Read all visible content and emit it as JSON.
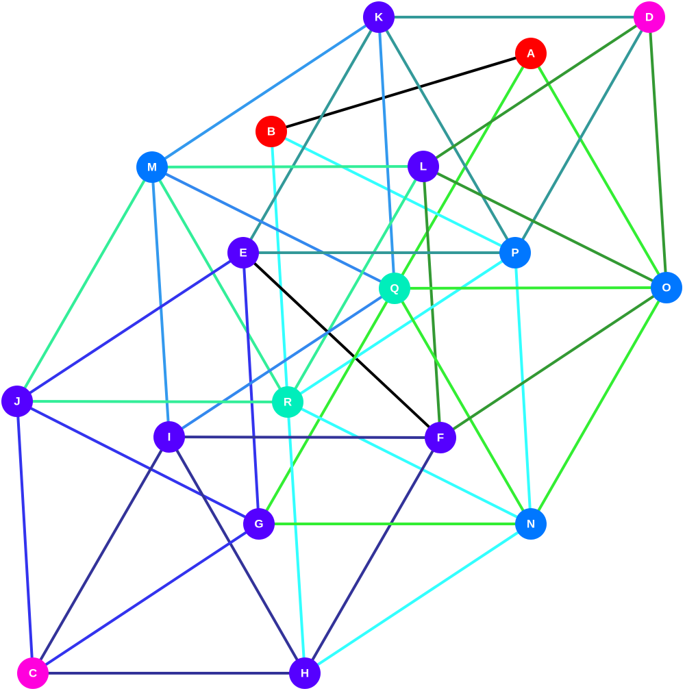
{
  "nodes": [
    {
      "id": "A",
      "label": "A",
      "color": "#ff0000"
    },
    {
      "id": "B",
      "label": "B",
      "color": "#ff0000"
    },
    {
      "id": "C",
      "label": "C",
      "color": "#ff00dd"
    },
    {
      "id": "D",
      "label": "D",
      "color": "#ff00dd"
    },
    {
      "id": "E",
      "label": "E",
      "color": "#5500ff"
    },
    {
      "id": "F",
      "label": "F",
      "color": "#5500ff"
    },
    {
      "id": "G",
      "label": "G",
      "color": "#5500ff"
    },
    {
      "id": "H",
      "label": "H",
      "color": "#5500ff"
    },
    {
      "id": "I",
      "label": "I",
      "color": "#5500ff"
    },
    {
      "id": "J",
      "label": "J",
      "color": "#5500ff"
    },
    {
      "id": "K",
      "label": "K",
      "color": "#5500ff"
    },
    {
      "id": "L",
      "label": "L",
      "color": "#5500ff"
    },
    {
      "id": "M",
      "label": "M",
      "color": "#0077ff"
    },
    {
      "id": "N",
      "label": "N",
      "color": "#0077ff"
    },
    {
      "id": "O",
      "label": "O",
      "color": "#0077ff"
    },
    {
      "id": "P",
      "label": "P",
      "color": "#0077ff"
    },
    {
      "id": "Q",
      "label": "Q",
      "color": "#00eebb"
    },
    {
      "id": "R",
      "label": "R",
      "color": "#00eebb"
    }
  ],
  "edges": [
    {
      "from": "A",
      "to": "B",
      "color": "#000000"
    },
    {
      "from": "A",
      "to": "Q",
      "color": "#33ee33"
    },
    {
      "from": "A",
      "to": "O",
      "color": "#33ee33"
    },
    {
      "from": "B",
      "to": "P",
      "color": "#33ffff"
    },
    {
      "from": "B",
      "to": "R",
      "color": "#33ffff"
    },
    {
      "from": "K",
      "to": "D",
      "color": "#339999"
    },
    {
      "from": "K",
      "to": "M",
      "color": "#3399ee"
    },
    {
      "from": "K",
      "to": "E",
      "color": "#339999"
    },
    {
      "from": "K",
      "to": "Q",
      "color": "#3399ee"
    },
    {
      "from": "K",
      "to": "P",
      "color": "#339999"
    },
    {
      "from": "D",
      "to": "L",
      "color": "#339933"
    },
    {
      "from": "D",
      "to": "P",
      "color": "#339999"
    },
    {
      "from": "D",
      "to": "O",
      "color": "#339933"
    },
    {
      "from": "M",
      "to": "L",
      "color": "#33ee99"
    },
    {
      "from": "M",
      "to": "Q",
      "color": "#3388ee"
    },
    {
      "from": "M",
      "to": "J",
      "color": "#33ee99"
    },
    {
      "from": "M",
      "to": "I",
      "color": "#3399ee"
    },
    {
      "from": "M",
      "to": "R",
      "color": "#33ee99"
    },
    {
      "from": "L",
      "to": "O",
      "color": "#339933"
    },
    {
      "from": "L",
      "to": "F",
      "color": "#339933"
    },
    {
      "from": "L",
      "to": "R",
      "color": "#33ee99"
    },
    {
      "from": "E",
      "to": "P",
      "color": "#339999"
    },
    {
      "from": "E",
      "to": "J",
      "color": "#3333ee"
    },
    {
      "from": "E",
      "to": "G",
      "color": "#3333ee"
    },
    {
      "from": "E",
      "to": "F",
      "color": "#000000"
    },
    {
      "from": "P",
      "to": "R",
      "color": "#33ffff"
    },
    {
      "from": "P",
      "to": "N",
      "color": "#33ffff"
    },
    {
      "from": "Q",
      "to": "O",
      "color": "#33ee33"
    },
    {
      "from": "Q",
      "to": "I",
      "color": "#3388ee"
    },
    {
      "from": "Q",
      "to": "G",
      "color": "#33ee33"
    },
    {
      "from": "Q",
      "to": "N",
      "color": "#33ee33"
    },
    {
      "from": "O",
      "to": "F",
      "color": "#339933"
    },
    {
      "from": "O",
      "to": "N",
      "color": "#33ee33"
    },
    {
      "from": "J",
      "to": "R",
      "color": "#33ee99"
    },
    {
      "from": "J",
      "to": "G",
      "color": "#3333ee"
    },
    {
      "from": "J",
      "to": "C",
      "color": "#3333ee"
    },
    {
      "from": "R",
      "to": "N",
      "color": "#33ffff"
    },
    {
      "from": "R",
      "to": "H",
      "color": "#33ffff"
    },
    {
      "from": "I",
      "to": "F",
      "color": "#333399"
    },
    {
      "from": "I",
      "to": "C",
      "color": "#333399"
    },
    {
      "from": "I",
      "to": "H",
      "color": "#333399"
    },
    {
      "from": "F",
      "to": "H",
      "color": "#333399"
    },
    {
      "from": "G",
      "to": "N",
      "color": "#33ee33"
    },
    {
      "from": "G",
      "to": "C",
      "color": "#3333ee"
    },
    {
      "from": "N",
      "to": "H",
      "color": "#33ffff"
    },
    {
      "from": "C",
      "to": "H",
      "color": "#333399"
    }
  ]
}
